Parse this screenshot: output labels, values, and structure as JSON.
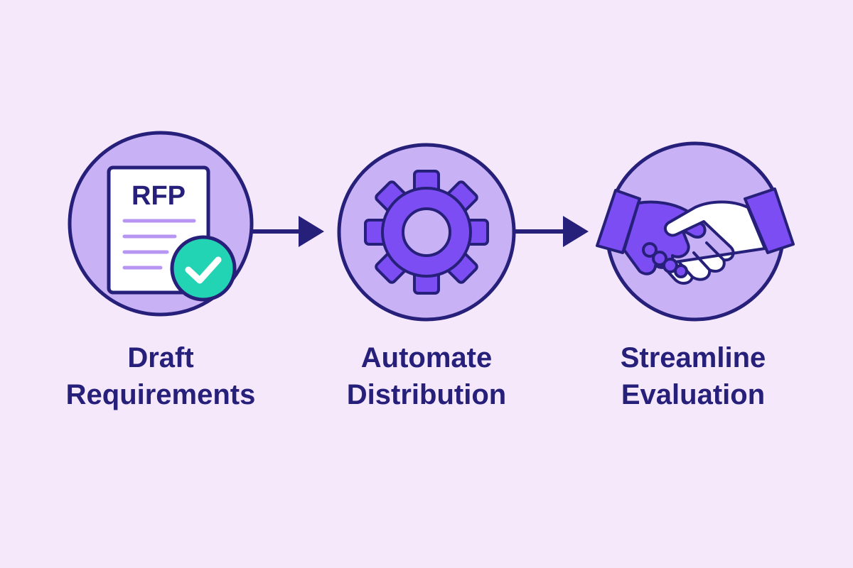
{
  "colors": {
    "background": "#f6e8fb",
    "outline": "#26207a",
    "circle_fill": "#c9b1f5",
    "accent": "#7b4df2",
    "light_line": "#b795f3",
    "check_badge": "#22d3b4",
    "paper": "#ffffff"
  },
  "steps": [
    {
      "icon": "rfp-document-icon",
      "doc_text": "RFP",
      "label_lines": [
        "Draft",
        "Requirements"
      ]
    },
    {
      "icon": "gear-icon",
      "label_lines": [
        "Automate",
        "Distribution"
      ]
    },
    {
      "icon": "handshake-icon",
      "label_lines": [
        "Streamline",
        "Evaluation"
      ]
    }
  ]
}
